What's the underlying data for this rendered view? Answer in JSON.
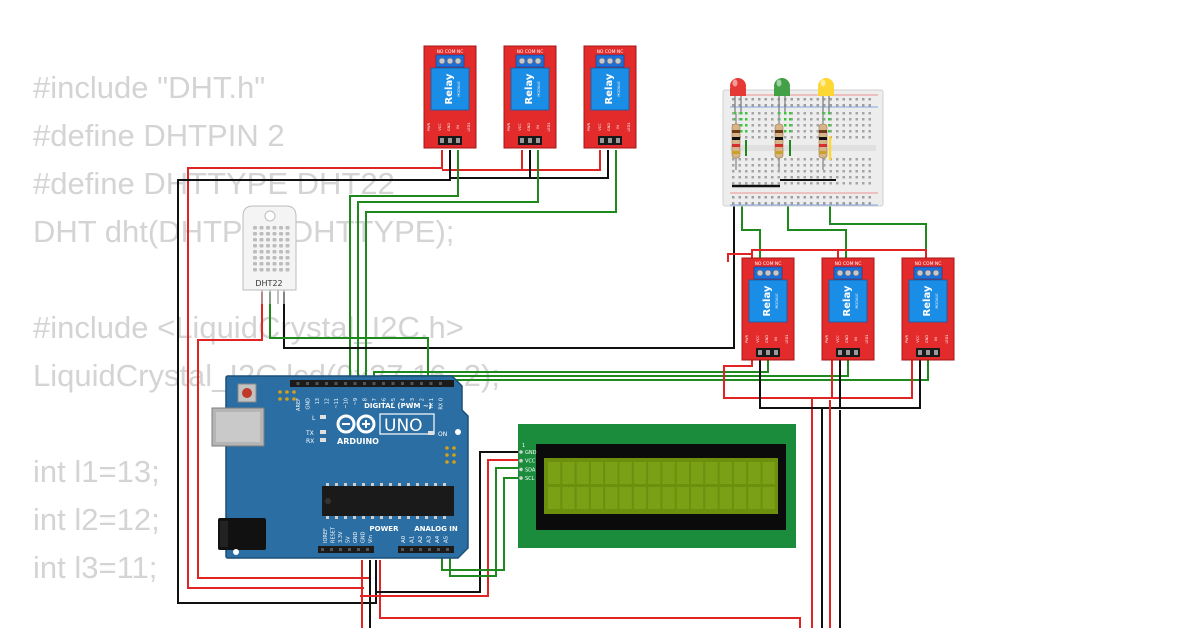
{
  "code_lines": [
    "#include \"DHT.h\"",
    "#define DHTPIN 2",
    "#define DHTTYPE DHT22",
    "DHT dht(DHTPIN, DHTTYPE);",
    "",
    "#include <LiquidCrystal_I2C.h>",
    "LiquidCrystal_I2C lcd(0x27,16, 2);",
    "",
    "int l1=13;",
    "int l2=12;",
    "int l3=11;"
  ],
  "relay": {
    "label": "Relay",
    "sub": "MODULE",
    "terminals": "NO COM NC",
    "pins": [
      "PWR",
      "VCC",
      "GND",
      "IN",
      "LED1"
    ]
  },
  "sensor": {
    "label": "DHT22"
  },
  "arduino": {
    "brand": "ARDUINO",
    "model": "UNO",
    "on": "ON",
    "tx": "TX",
    "rx": "RX",
    "l": "L",
    "digital": "DIGITAL (PWM ~)",
    "power": "POWER",
    "analog": "ANALOG IN",
    "top_pins": [
      "AREF",
      "GND",
      "13",
      "12",
      "~11",
      "~10",
      "~9",
      "8",
      "7",
      "~6",
      "~5",
      "4",
      "~3",
      "2",
      "TX 1",
      "RX 0"
    ],
    "power_pins": [
      "IOREF",
      "RESET",
      "3.3V",
      "5V",
      "GND",
      "GND",
      "Vin"
    ],
    "analog_pins": [
      "A0",
      "A1",
      "A2",
      "A3",
      "A4",
      "A5"
    ]
  },
  "lcd": {
    "pins": [
      "GND",
      "VCC",
      "SDA",
      "SCL"
    ],
    "pin1": "1"
  },
  "leds": [
    {
      "color": "red",
      "hex": "#e53935"
    },
    {
      "color": "green",
      "hex": "#43a047"
    },
    {
      "color": "yellow",
      "hex": "#fdd835"
    }
  ],
  "wire_colors": {
    "red": "#e02424",
    "black": "#111111",
    "green": "#1e8a1e"
  }
}
